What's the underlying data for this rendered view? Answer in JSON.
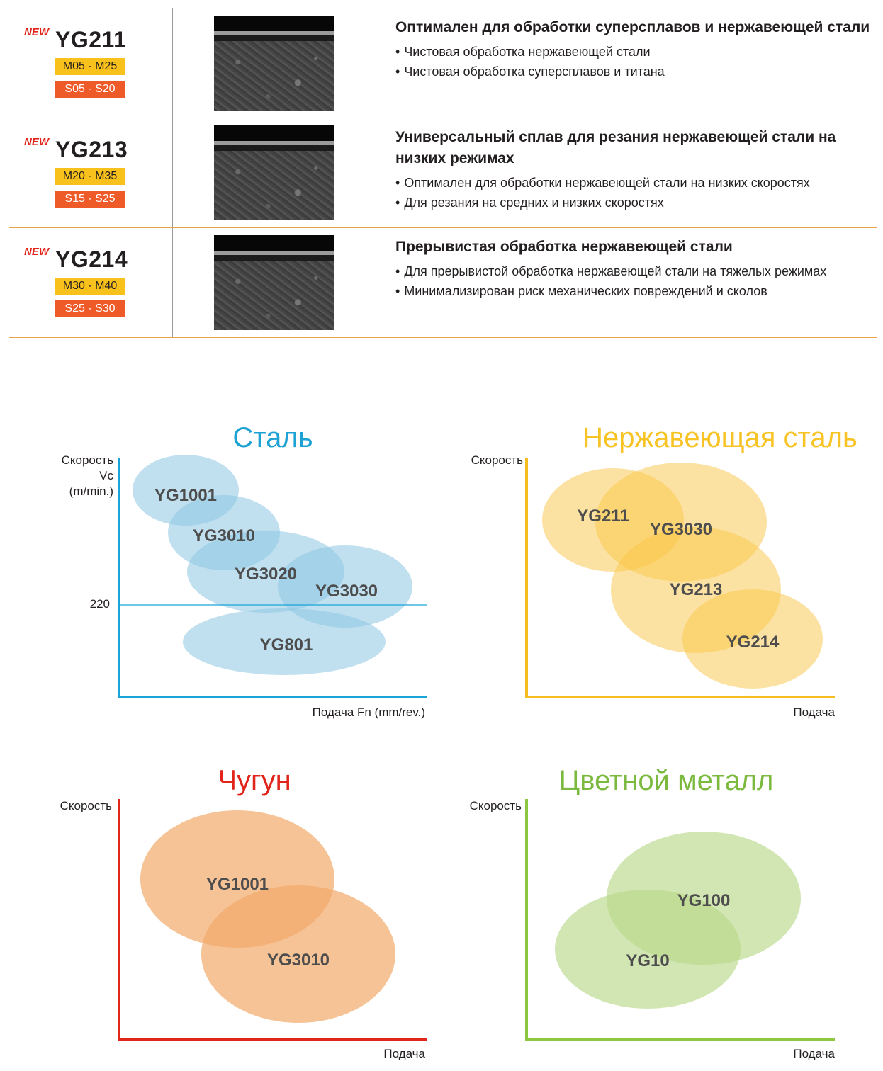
{
  "grades": [
    {
      "badge": "NEW",
      "name": "YG211",
      "m_range": "M05 - M25",
      "s_range": "S05 - S20",
      "title": "Оптимален для обработки суперсплавов и нержавеющей стали",
      "bullets": [
        "Чистовая обработка нержавеющей стали",
        "Чистовая обработка суперсплавов и титана"
      ]
    },
    {
      "badge": "NEW",
      "name": "YG213",
      "m_range": "M20 - M35",
      "s_range": "S15 - S25",
      "title": "Универсальный сплав для резания нержавеющей стали на низких режимах",
      "bullets": [
        "Оптимален для обработки нержавеющей стали на низких скоростях",
        "Для резания на средних и низких скоростях"
      ]
    },
    {
      "badge": "NEW",
      "name": "YG214",
      "m_range": "M30 - M40",
      "s_range": "S25 - S30",
      "title": "Прерывистая обработка нержавеющей стали",
      "bullets": [
        "Для прерывистой обработка нержавеющей стали на тяжелых режимах",
        "Минимализирован риск механических повреждений и сколов"
      ]
    }
  ],
  "bullet_char": "•",
  "chart_data": [
    {
      "type": "scatter",
      "title": "Сталь",
      "title_color": "#1ea2d3",
      "axis_color": "#1aa5d8",
      "fill_color": "#8cc6e2",
      "ylabel_lines": [
        "Скорость",
        "Vc",
        "(m/min.)"
      ],
      "xlabel": "Подача Fn (mm/rev.)",
      "reference_line": {
        "y": 220,
        "label": "220"
      },
      "series": [
        {
          "name": "YG1001"
        },
        {
          "name": "YG3010"
        },
        {
          "name": "YG3020"
        },
        {
          "name": "YG3030"
        },
        {
          "name": "YG801"
        }
      ]
    },
    {
      "type": "scatter",
      "title": "Нержавеющая сталь",
      "title_color": "#f7c325",
      "axis_color": "#f5bd1f",
      "fill_color": "#f9c545",
      "ylabel_lines": [
        "Скорость"
      ],
      "xlabel": "Подача",
      "series": [
        {
          "name": "YG211"
        },
        {
          "name": "YG3030"
        },
        {
          "name": "YG213"
        },
        {
          "name": "YG214"
        }
      ]
    },
    {
      "type": "scatter",
      "title": "Чугун",
      "title_color": "#e1251b",
      "axis_color": "#e1251b",
      "fill_color": "#f2a96a",
      "ylabel_lines": [
        "Скорость"
      ],
      "xlabel": "Подача",
      "series": [
        {
          "name": "YG1001"
        },
        {
          "name": "YG3010"
        }
      ]
    },
    {
      "type": "scatter",
      "title": "Цветной металл",
      "title_color": "#7cb93f",
      "axis_color": "#8dc63f",
      "fill_color": "#b9d98a",
      "ylabel_lines": [
        "Скорость"
      ],
      "xlabel": "Подача",
      "series": [
        {
          "name": "YG100"
        },
        {
          "name": "YG10"
        }
      ]
    }
  ]
}
